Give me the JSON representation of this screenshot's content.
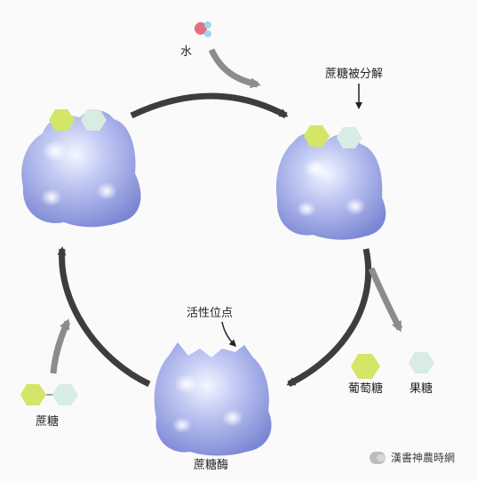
{
  "labels": {
    "water": "水",
    "sucrose_decomposed": "蔗糖被分解",
    "glucose": "葡萄糖",
    "fructose": "果糖",
    "active_site": "活性位点",
    "sucrose": "蔗糖",
    "sucrase": "蔗糖酶"
  },
  "watermark": "漢書神農時網",
  "colors": {
    "enzyme_light": "#dfe4fb",
    "enzyme_mid": "#9aa6e6",
    "enzyme_dark": "#6f7bd0",
    "glucose": "#d4e567",
    "fructose": "#d7ece2",
    "cycle_arrow": "#3d3d3d",
    "side_arrow": "#8c8c8c",
    "water_red": "#e46f83",
    "water_blue": "#9fd6ee"
  }
}
